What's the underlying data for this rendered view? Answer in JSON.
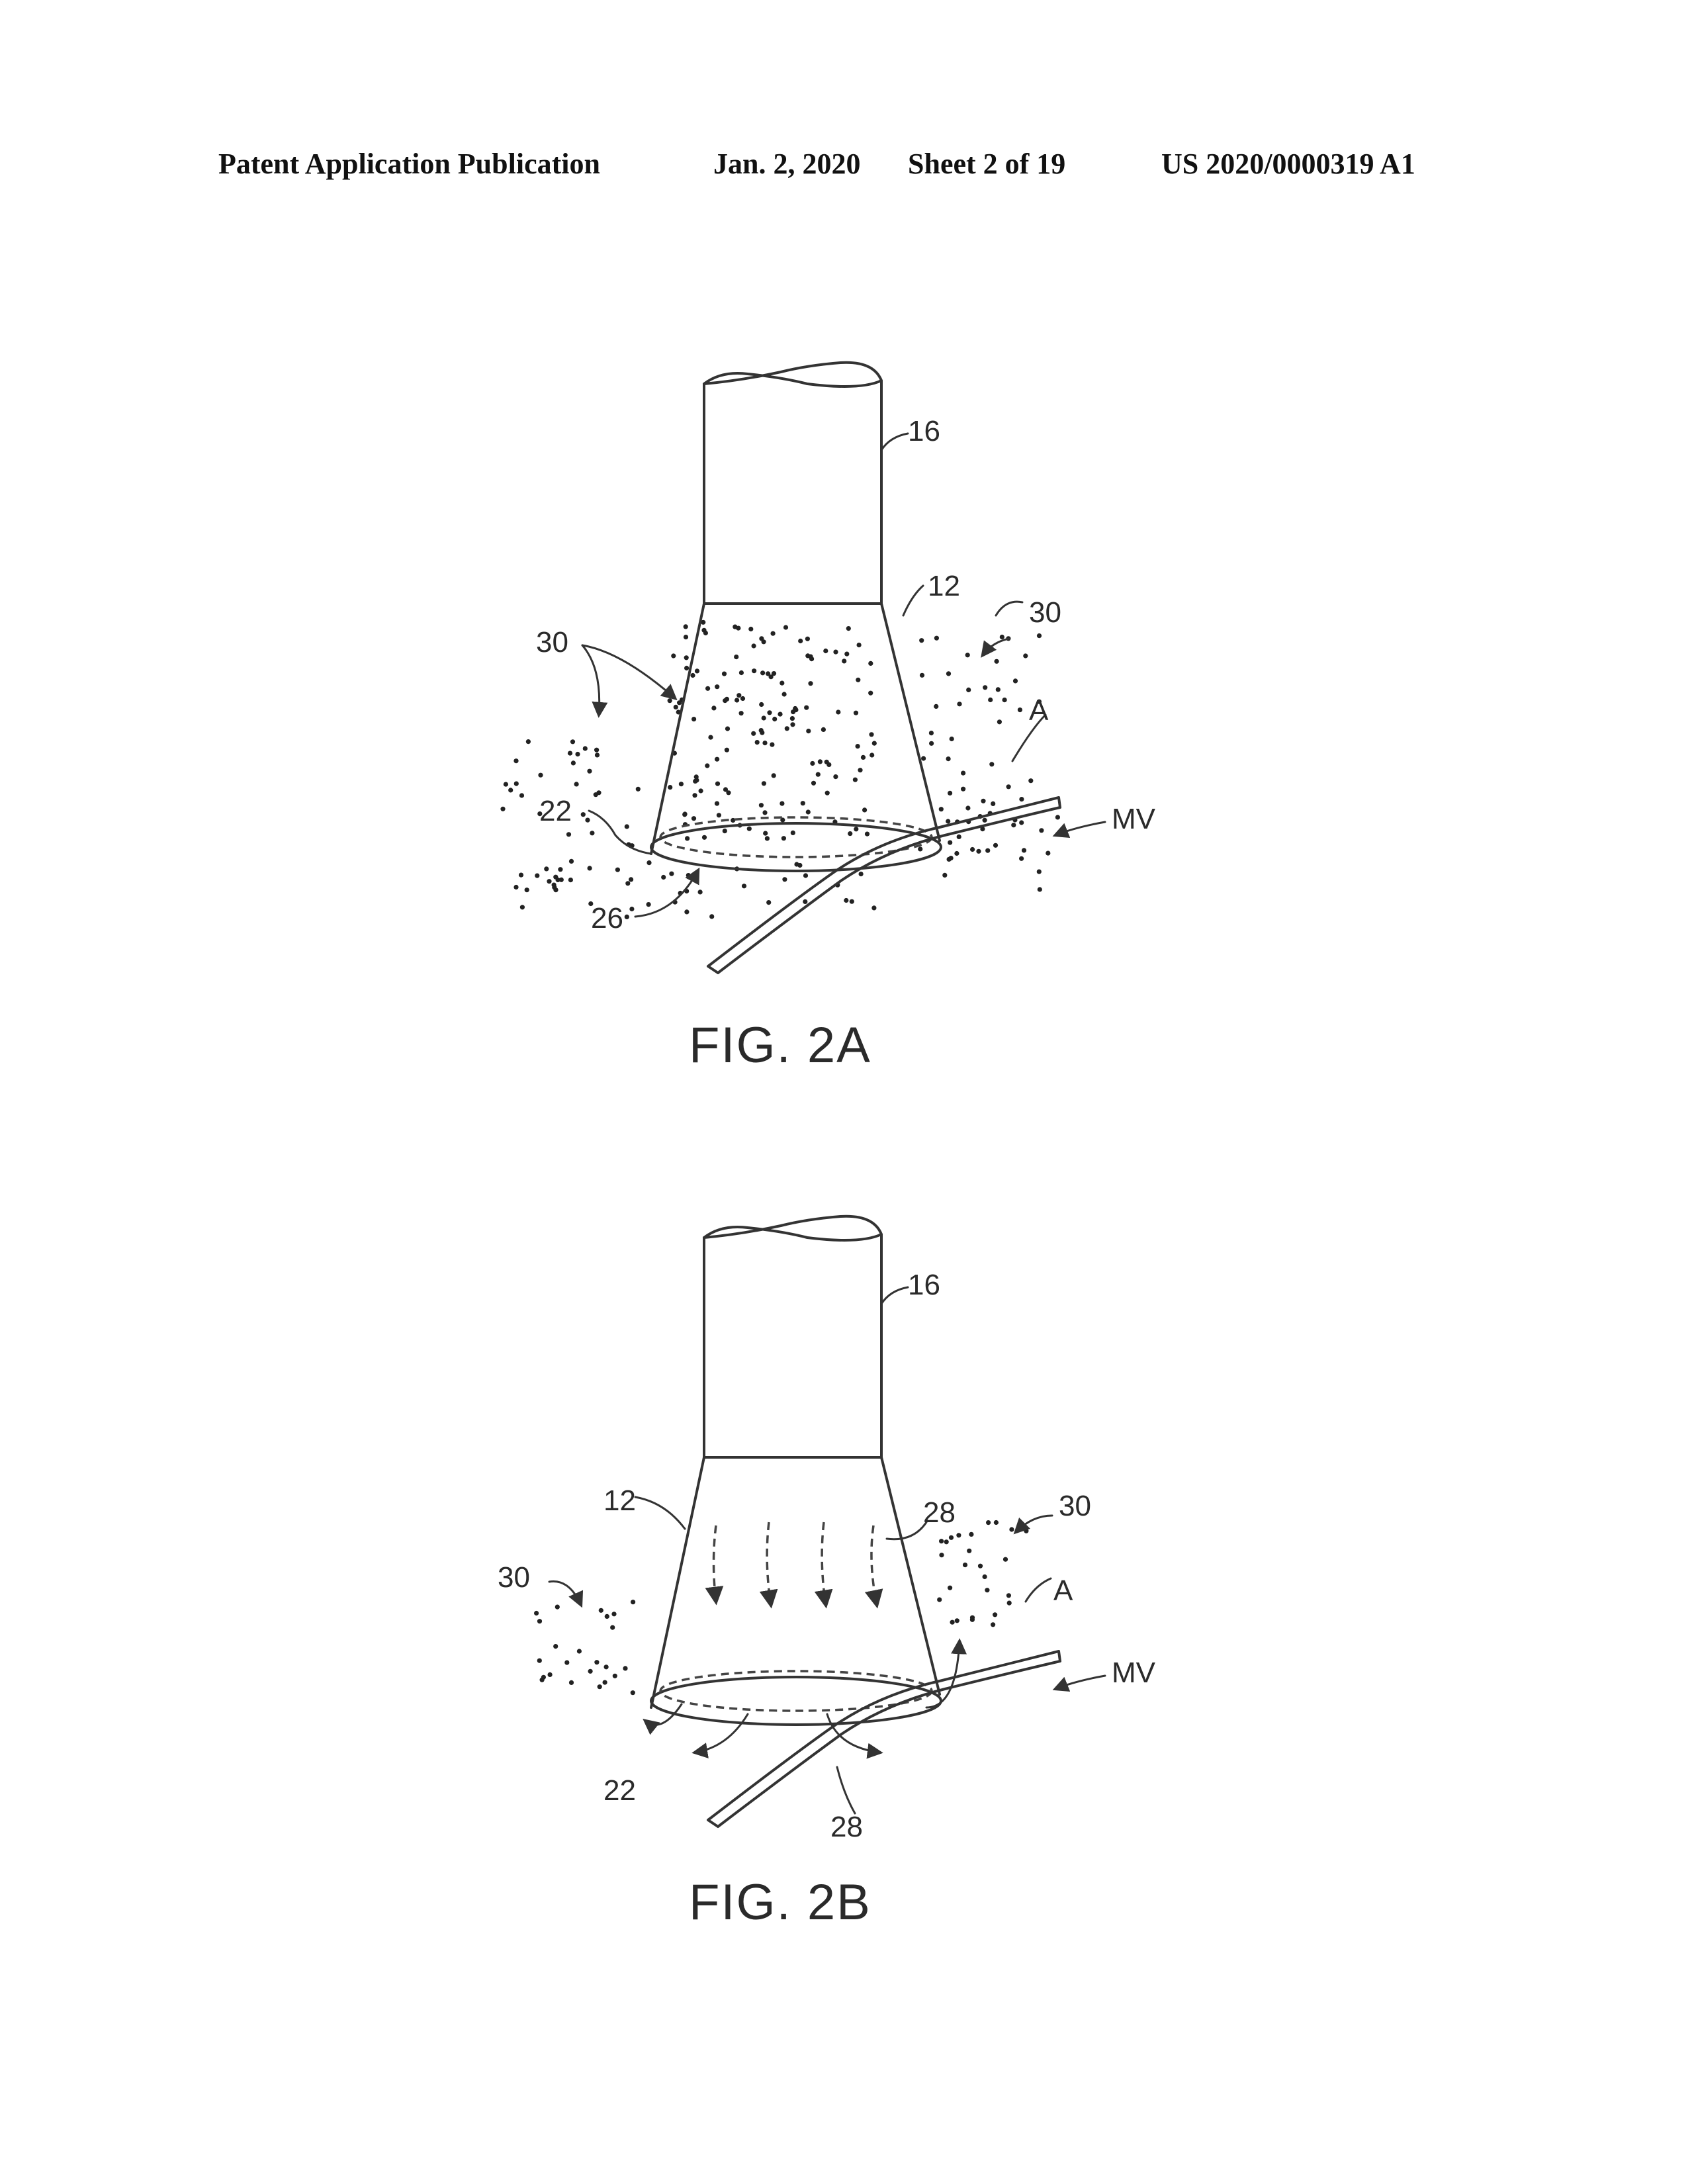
{
  "header": {
    "publication": "Patent Application Publication",
    "date": "Jan. 2, 2020",
    "sheet": "Sheet 2 of 19",
    "number": "US 2020/0000319 A1"
  },
  "fig_a": {
    "caption": "FIG. 2A",
    "labels": {
      "l16": "16",
      "l12": "12",
      "l30_left": "30",
      "l30_right": "30",
      "lA": "A",
      "l22": "22",
      "lMV": "MV",
      "l26": "26"
    }
  },
  "fig_b": {
    "caption": "FIG. 2B",
    "labels": {
      "l16": "16",
      "l12": "12",
      "l28_top": "28",
      "l30_right": "30",
      "l30_left": "30",
      "lA": "A",
      "lMV": "MV",
      "l22": "22",
      "l28_bottom": "28"
    }
  }
}
